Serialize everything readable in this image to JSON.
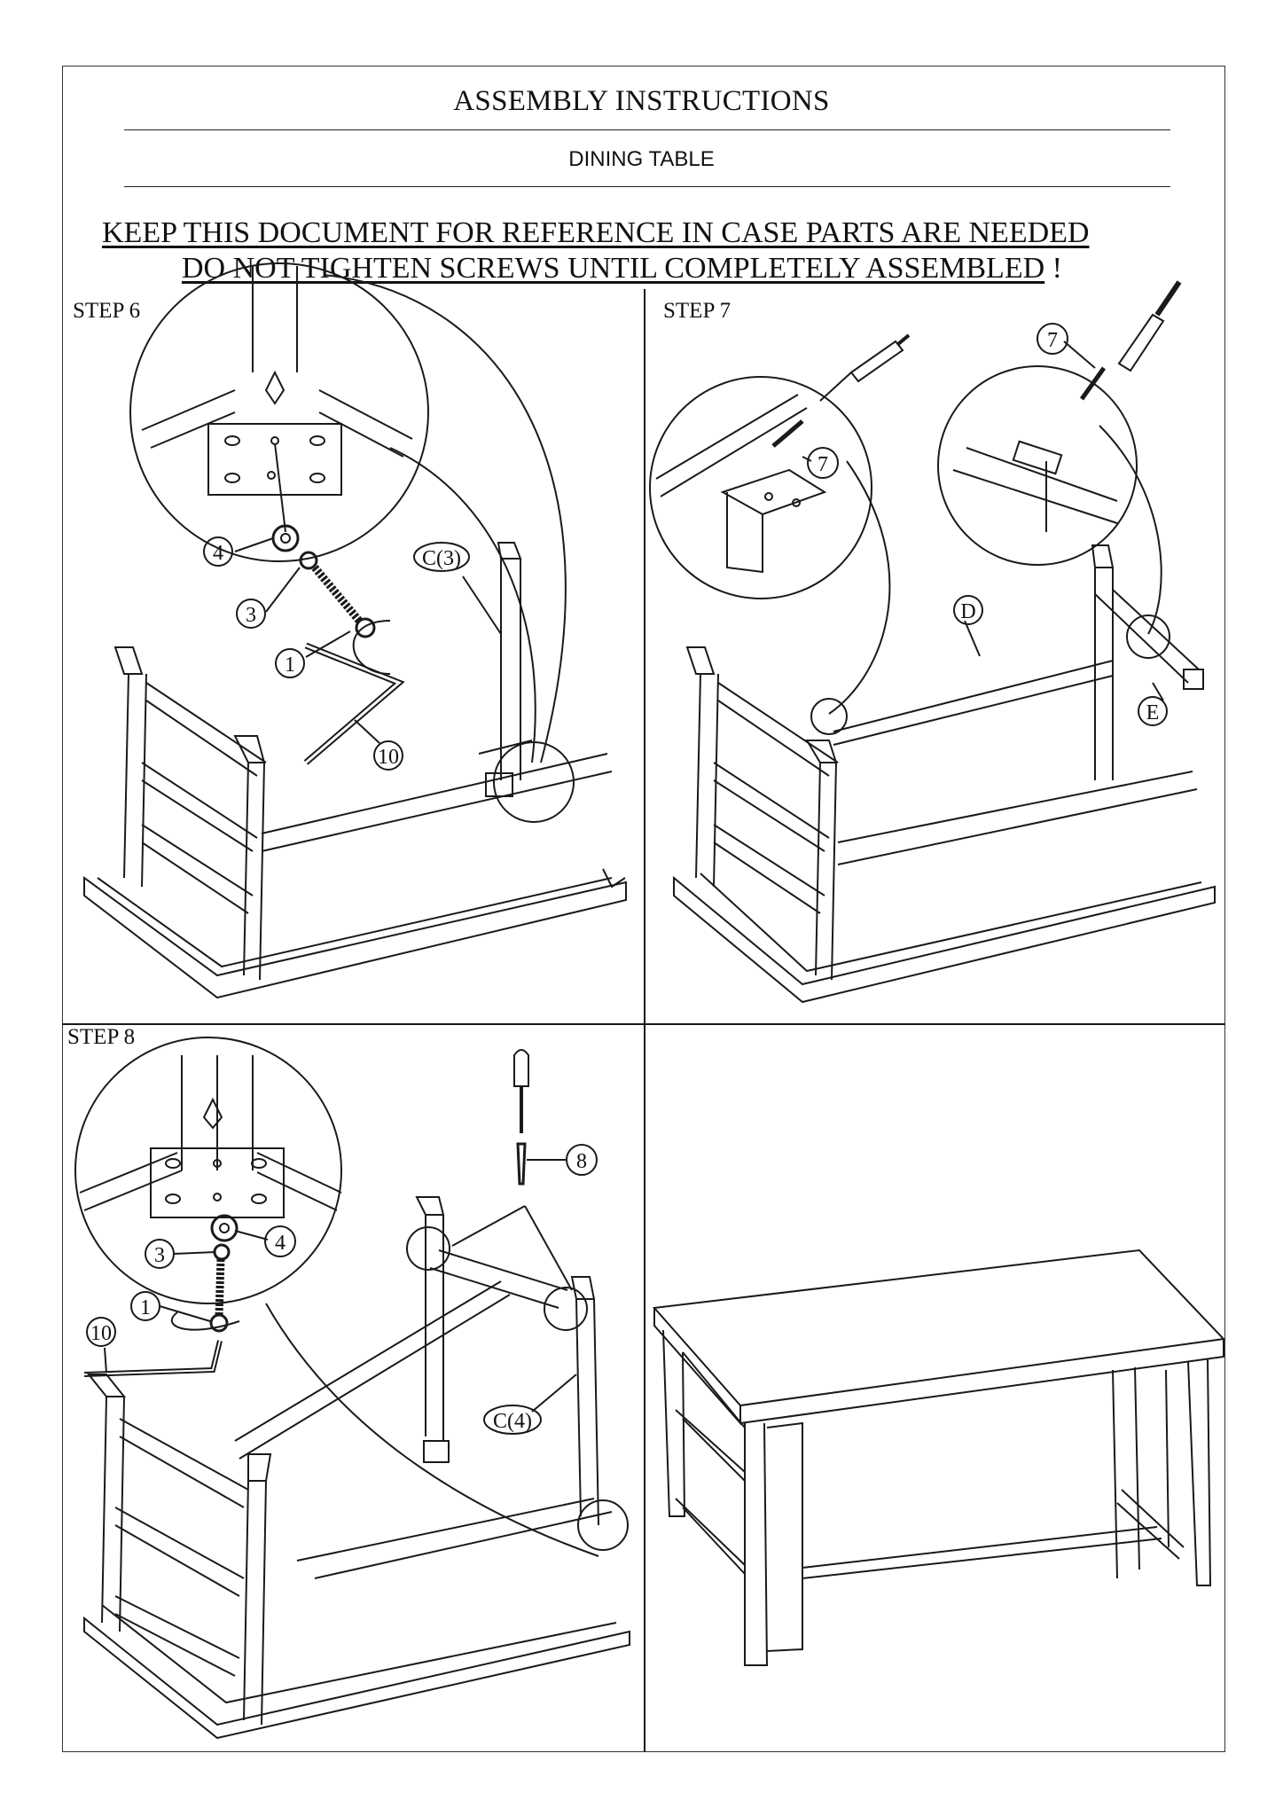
{
  "header": {
    "title": "ASSEMBLY INSTRUCTIONS",
    "subtitle": "DINING TABLE",
    "warning_line1": "KEEP THIS DOCUMENT FOR REFERENCE IN CASE PARTS ARE NEEDED",
    "warning_line2": "DO NOT TIGHTEN SCREWS UNTIL COMPLETELY ASSEMBLED",
    "warning_suffix": " !"
  },
  "steps": [
    {
      "label": "STEP 6",
      "callouts": [
        "4",
        "3",
        "1",
        "10",
        "C(3)"
      ]
    },
    {
      "label": "STEP 7",
      "callouts": [
        "7",
        "7",
        "D",
        "E"
      ]
    },
    {
      "label": "STEP 8",
      "callouts": [
        "8",
        "4",
        "3",
        "1",
        "10",
        "C(4)"
      ]
    }
  ],
  "colors": {
    "line": "#1a1a1a",
    "background": "#ffffff"
  }
}
